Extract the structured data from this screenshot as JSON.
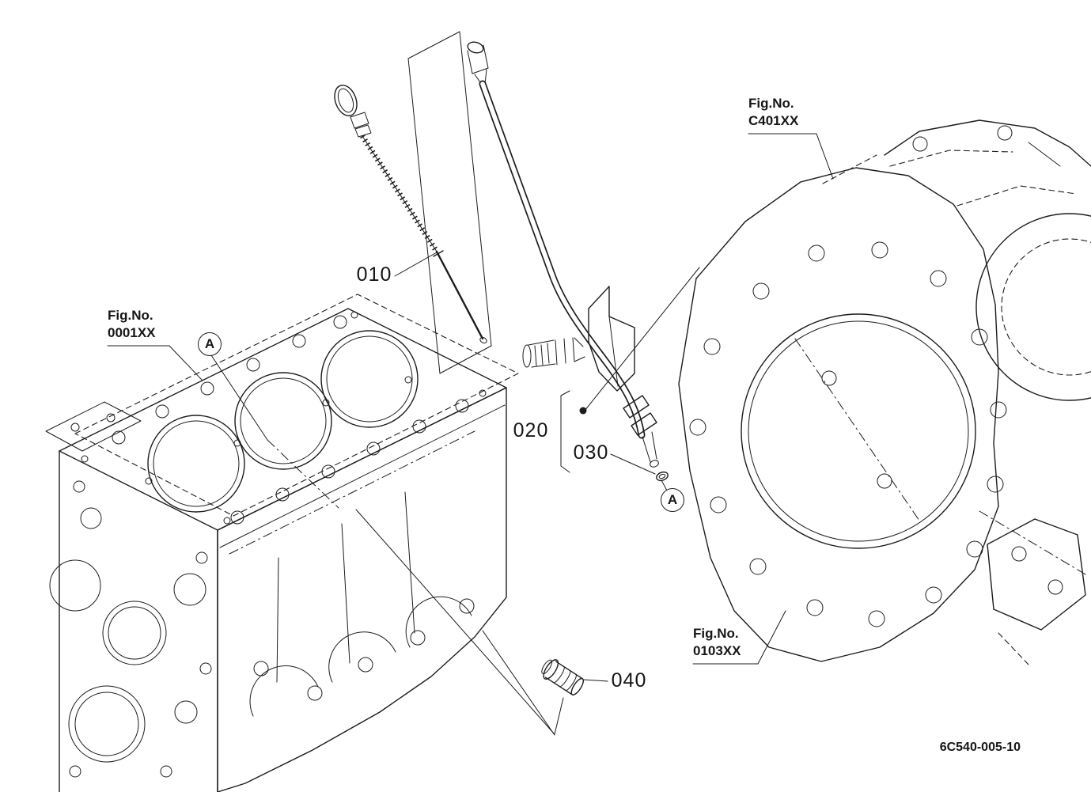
{
  "page": {
    "background_color": "#ffffff",
    "line_color": "#1c1c1c"
  },
  "diagram": {
    "drawing_number": "6C540-005-10",
    "part_callouts": [
      {
        "ref": "010"
      },
      {
        "ref": "020"
      },
      {
        "ref": "030"
      },
      {
        "ref": "040"
      }
    ],
    "figure_references": [
      {
        "line1": "Fig.No.",
        "line2": "0001XX"
      },
      {
        "line1": "Fig.No.",
        "line2": "C401XX"
      },
      {
        "line1": "Fig.No.",
        "line2": "0103XX"
      }
    ],
    "detail_markers": [
      {
        "letter": "A"
      },
      {
        "letter": "A"
      }
    ]
  }
}
